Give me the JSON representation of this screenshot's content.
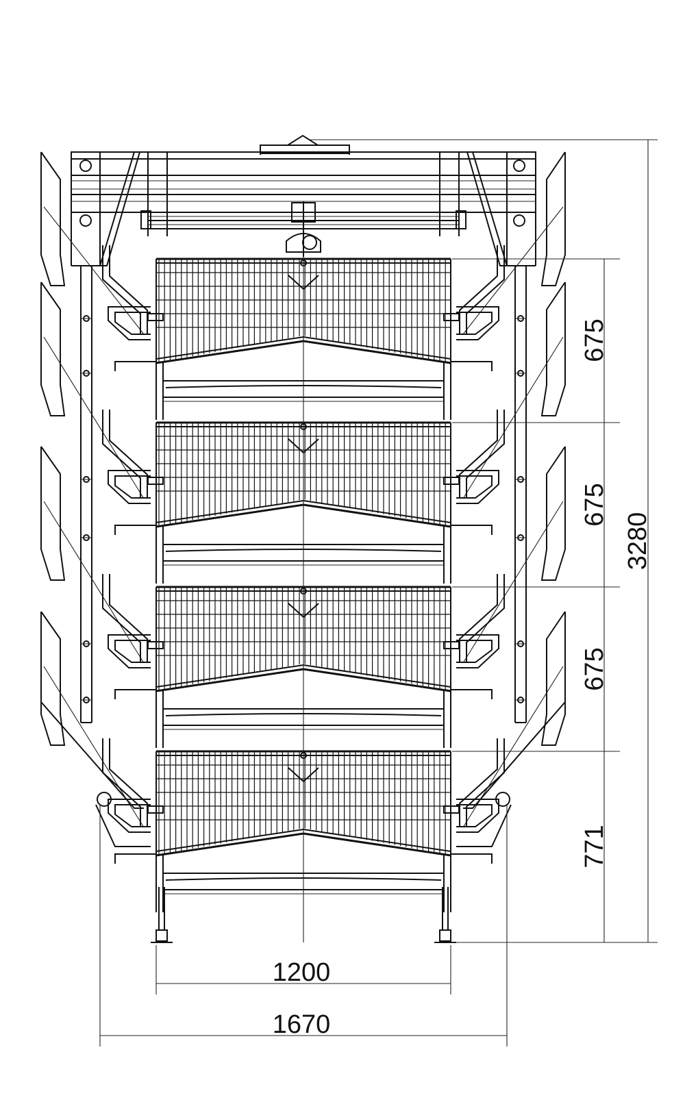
{
  "drawing": {
    "tiers": 4,
    "dimensions": {
      "tier_heights": [
        "675",
        "675",
        "675",
        "771"
      ],
      "total_height": "3280",
      "inner_width": "1200",
      "outer_width": "1670"
    }
  }
}
